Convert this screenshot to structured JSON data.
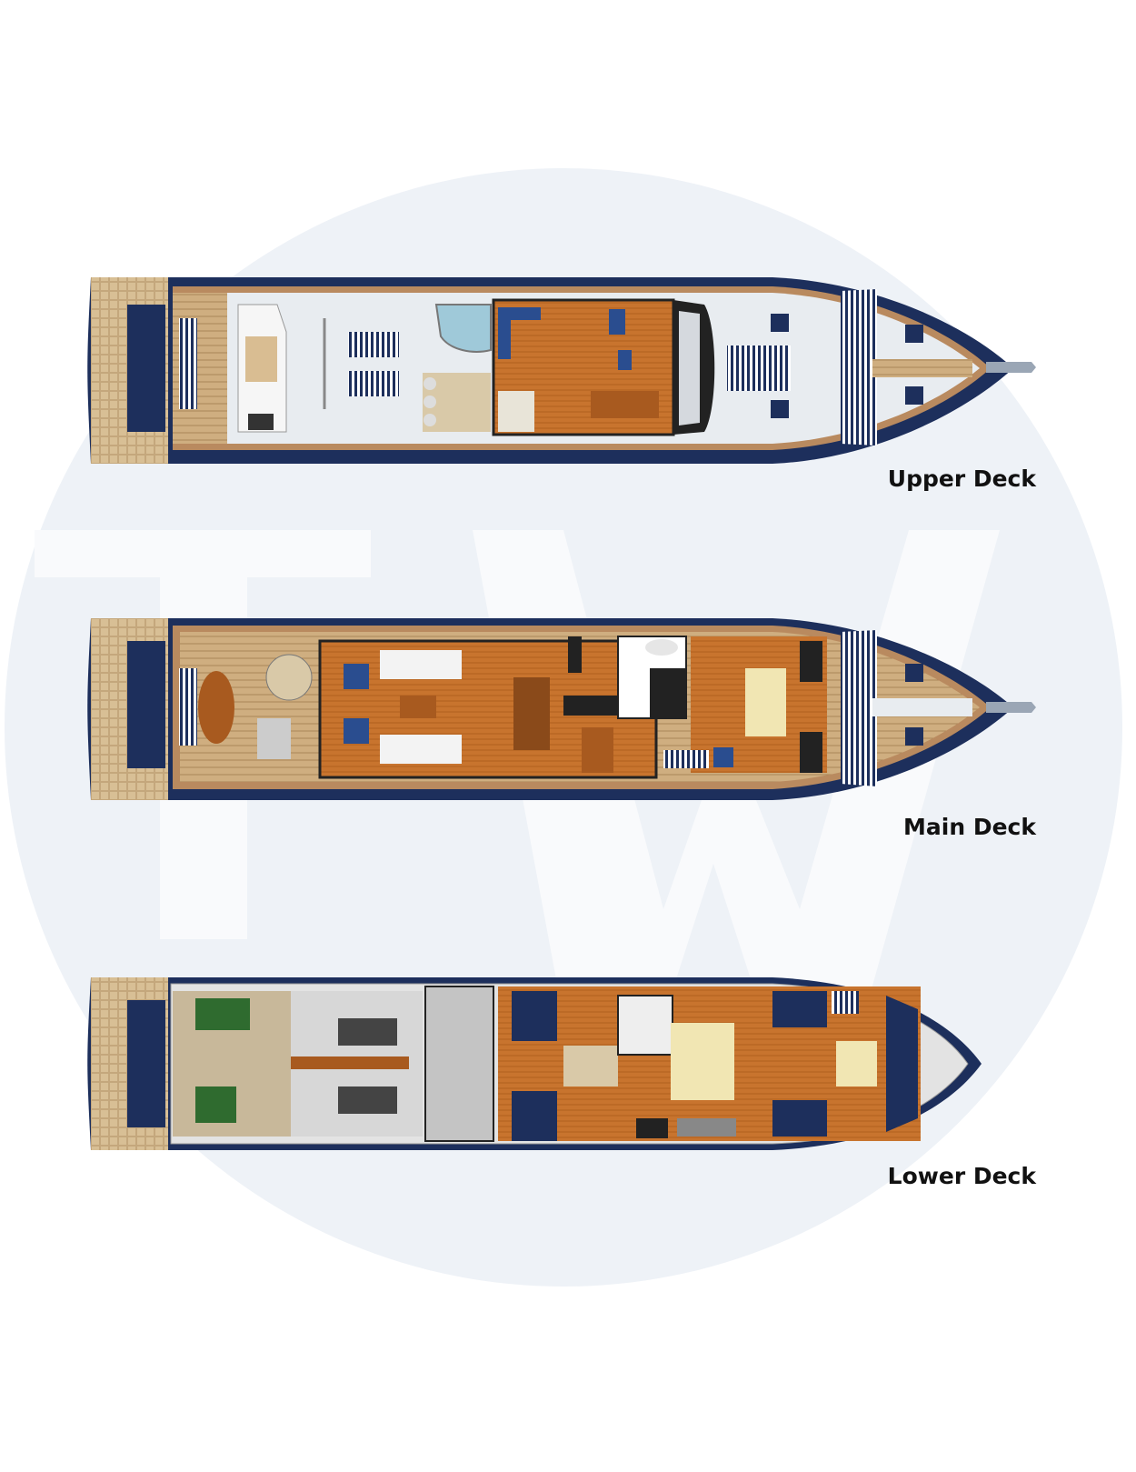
{
  "watermark": {
    "letters": "TW",
    "circle_color": "#eef2f7",
    "letter_color": "#f9fafc"
  },
  "colors": {
    "hull_navy": "#1d2f5c",
    "teak": "#c9a676",
    "teak_dark": "#8c6a45",
    "deck_white": "#e8ecf0",
    "salon_wood": "#c8742e",
    "cushion_blue": "#2a4d8f",
    "bed_cream": "#f1e6b3",
    "rail_brown": "#6e4a2e"
  },
  "decks": [
    {
      "name": "Upper Deck",
      "icon": "upper-deck-plan-icon"
    },
    {
      "name": "Main Deck",
      "icon": "main-deck-plan-icon"
    },
    {
      "name": "Lower Deck",
      "icon": "lower-deck-plan-icon"
    }
  ]
}
